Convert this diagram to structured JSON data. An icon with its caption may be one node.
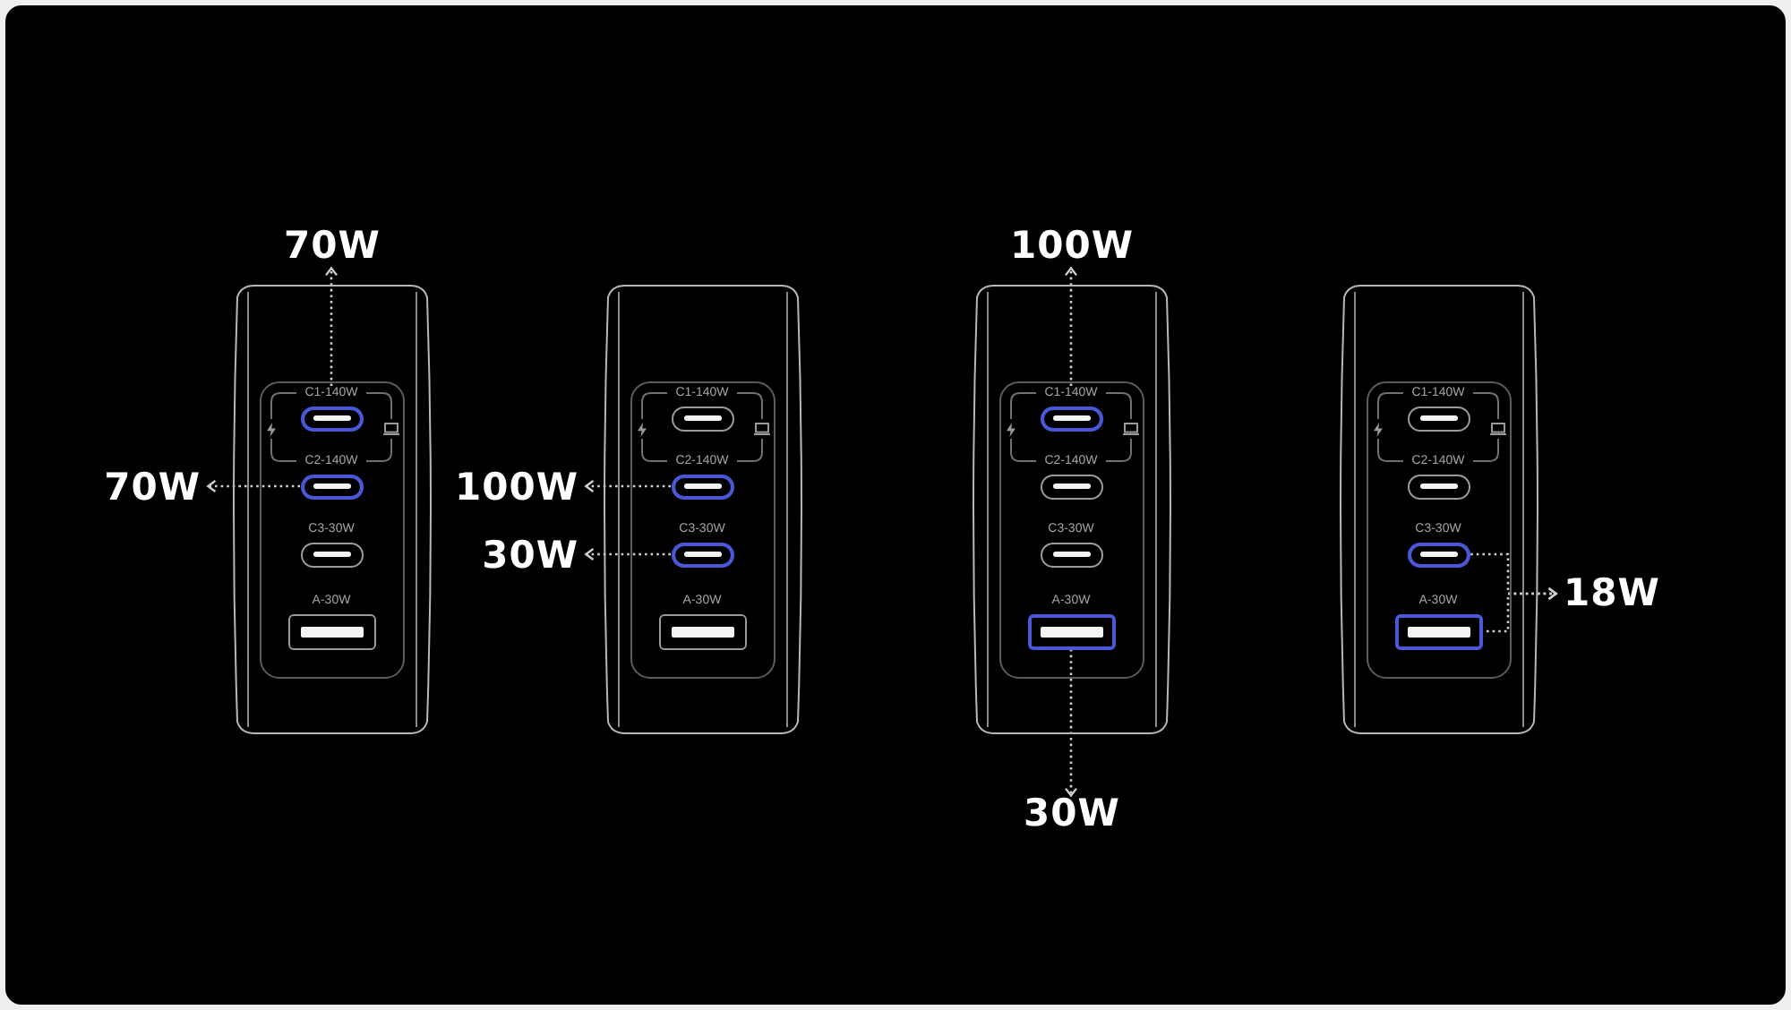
{
  "diagram": {
    "nodes": [
      {
        "text": [
          "70W"
        ]
      },
      {
        "text": [
          "70W"
        ]
      },
      {
        "text": [],
        "shape": "box"
      },
      {
        "text": [],
        "shape": "box",
        "in": 2
      },
      {
        "text": [
          "C1-140W"
        ],
        "in": 3
      },
      {
        "text": [
          "C2-140W"
        ],
        "in": 3
      },
      {
        "text": [
          "C3-30W"
        ],
        "in": 3
      },
      {
        "text": [
          "A-30W"
        ],
        "in": 3
      },
      {
        "text": [
          "100W"
        ]
      },
      {
        "text": [
          "30W"
        ]
      },
      {
        "text": [],
        "shape": "box"
      },
      {
        "text": [],
        "shape": "box",
        "in": 10
      },
      {
        "text": [
          "C1-140W"
        ],
        "in": 11
      },
      {
        "text": [
          "C2-140W"
        ],
        "in": 11
      },
      {
        "text": [
          "C3-30W"
        ],
        "in": 11
      },
      {
        "text": [
          "A-30W"
        ],
        "in": 11
      },
      {
        "text": [
          "100W"
        ]
      },
      {
        "text": [],
        "shape": "box"
      },
      {
        "text": [],
        "shape": "box",
        "in": 17
      },
      {
        "text": [
          "C1-140W"
        ],
        "in": 18
      },
      {
        "text": [
          "C2-140W"
        ],
        "in": 18
      },
      {
        "text": [
          "C3-30W"
        ],
        "in": 18
      },
      {
        "text": [
          "A-30W"
        ],
        "in": 18
      },
      {
        "text": [
          "30W"
        ]
      },
      {
        "text": [],
        "shape": "box"
      },
      {
        "text": [],
        "shape": "box",
        "in": 24
      },
      {
        "text": [
          "C1-140W"
        ],
        "in": 25
      },
      {
        "text": [
          "C2-140W"
        ],
        "in": 25
      },
      {
        "text": [
          "C3-30W"
        ],
        "in": 25
      },
      {
        "text": [
          "A-30W"
        ],
        "in": 25
      },
      {
        "text": [
          "18W"
        ]
      }
    ],
    "edges": [
      {
        "from": 4,
        "to": 0,
        "arrow": "to"
      },
      {
        "from": 5,
        "to": 1,
        "arrow": "to"
      },
      {
        "from": 13,
        "to": 8,
        "arrow": "to"
      },
      {
        "from": 14,
        "to": 9,
        "arrow": "to"
      },
      {
        "from": 19,
        "to": 16,
        "arrow": "to"
      },
      {
        "from": 22,
        "to": 23,
        "arrow": "to"
      },
      {
        "from": 28,
        "to": 30,
        "arrow": "to"
      },
      {
        "from": 29,
        "to": 30,
        "arrow": "to"
      }
    ]
  }
}
